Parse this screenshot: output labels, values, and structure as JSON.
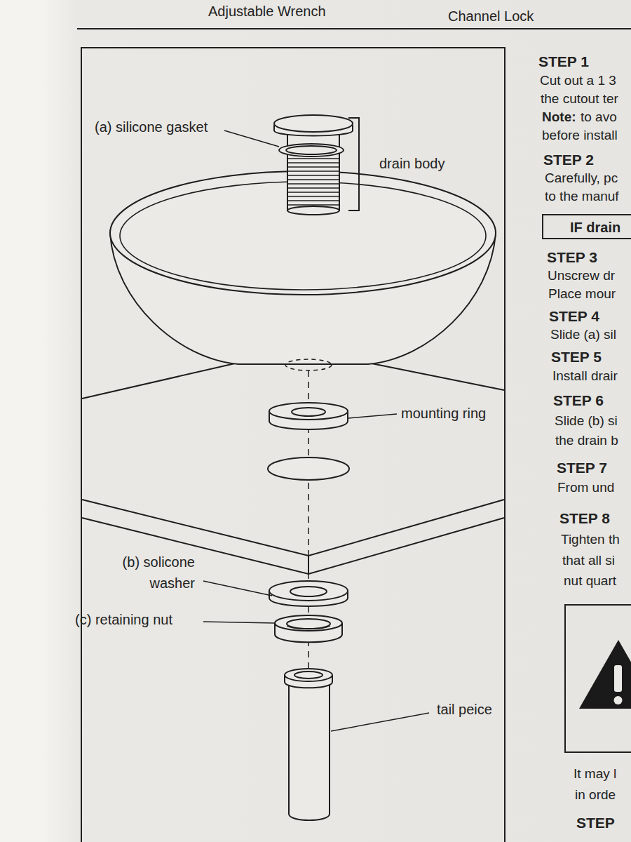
{
  "diagram": {
    "nodes": [
      {
        "text": [
          "IF drain"
        ]
      }
    ],
    "labels": [
      "Adjustable Wrench",
      "Channel Lock",
      "(a) silicone gasket",
      "drain body",
      "mounting ring",
      "(b) solicone washer",
      "(c) retaining nut",
      "tail peice",
      "STEP 1",
      "Cut out a 1 3",
      "the cutout ter",
      "Note:",
      "to avo",
      "before install",
      "STEP 2",
      "Carefully, pc",
      "to the manuf",
      "STEP 3",
      "Unscrew dr",
      "Place mour",
      "STEP 4",
      "Slide (a) sil",
      "STEP 5",
      "Install drair",
      "STEP 6",
      "Slide (b) si",
      "the drain b",
      "STEP 7",
      "From und",
      "STEP 8",
      "Tighten th",
      "that all si",
      "nut quart",
      "It may l",
      "in orde",
      "STEP"
    ]
  }
}
